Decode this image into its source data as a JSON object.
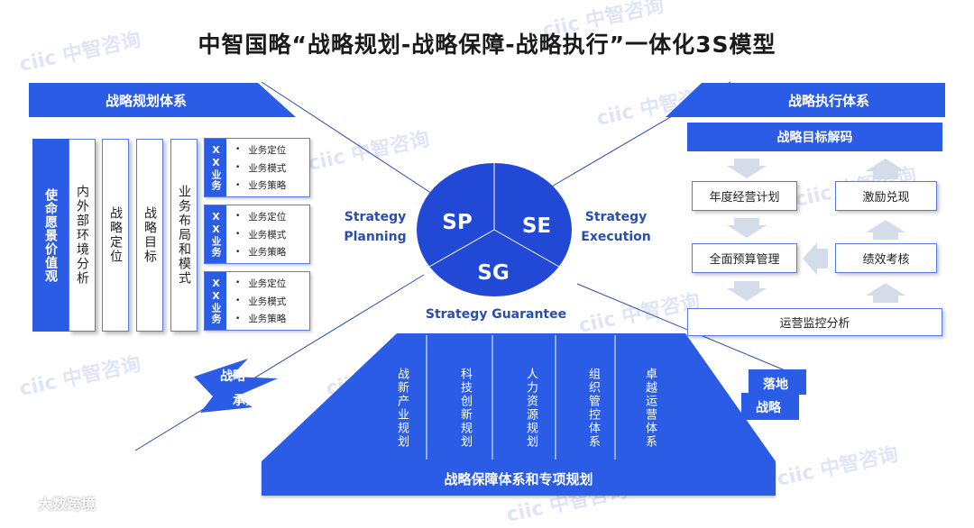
{
  "title": "中智国略“战略规划-战略保障-战略执行”一体化3S模型",
  "watermark": "ciic 中智咨询",
  "corner_logo": "大数跨境",
  "planning": {
    "header": "战略规划体系",
    "mission": "使命愿景价值观",
    "columns": [
      "内外部环境分析",
      "战略定位",
      "战略目标",
      "业务布局和模式"
    ],
    "groups": [
      {
        "label": "XX业务",
        "items": [
          "业务定位",
          "业务模式",
          "业务策略"
        ]
      },
      {
        "label": "XX业务",
        "items": [
          "业务定位",
          "业务模式",
          "业务策略"
        ]
      },
      {
        "label": "XX业务",
        "items": [
          "业务定位",
          "业务模式",
          "业务策略"
        ]
      }
    ]
  },
  "execution": {
    "header": "战略执行体系",
    "decode": "战略目标解码",
    "annual": "年度经营计划",
    "incentive": "激励兑现",
    "budget": "全面预算管理",
    "performance": "绩效考核",
    "monitor": "运营监控分析"
  },
  "center": {
    "sp": "SP",
    "se": "SE",
    "sg": "SG",
    "left_label_1": "Strategy",
    "left_label_2": "Planning",
    "right_label_1": "Strategy",
    "right_label_2": "Execution",
    "bottom_label": "Strategy Guarantee"
  },
  "guarantee": {
    "footer": "战略保障体系和专项规划",
    "columns": [
      "战新产业规划",
      "科技创新规划",
      "人力资源规划",
      "组织管控体系",
      "卓越运营体系"
    ]
  },
  "connect": {
    "line1": "战略",
    "line2": "承接"
  },
  "landing": {
    "line1": "落地",
    "line2": "战略"
  },
  "colors": {
    "accent": "#2a5ce6",
    "text": "#1a1a1a"
  }
}
